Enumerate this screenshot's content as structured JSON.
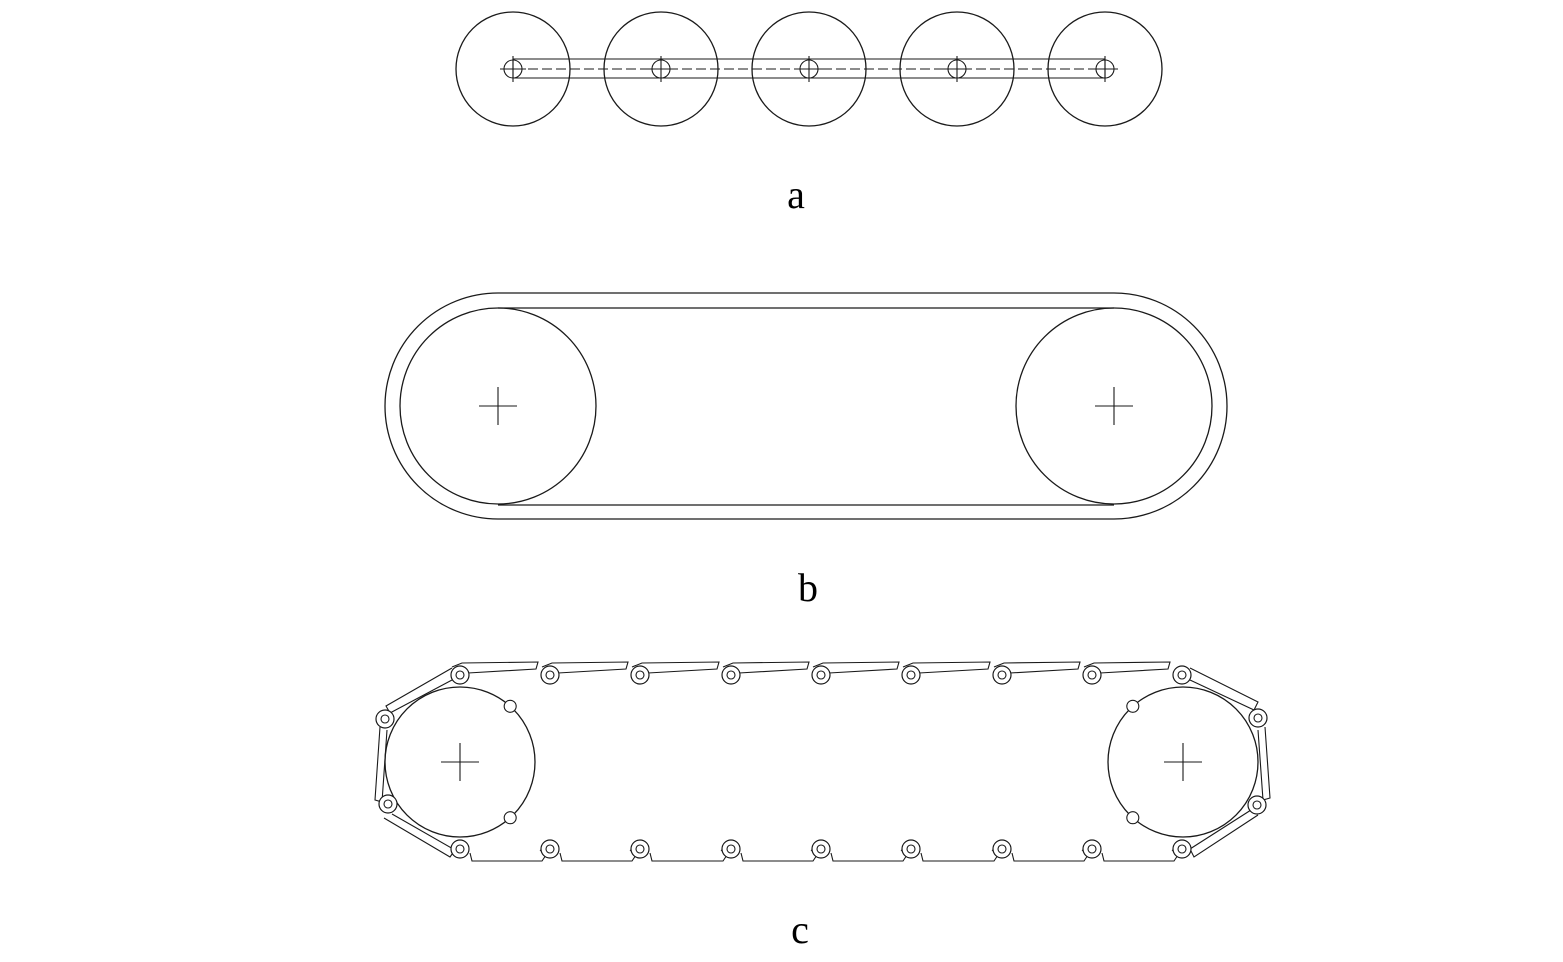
{
  "figure": {
    "panels": [
      {
        "id": "a",
        "caption": "a",
        "description_name": "roller-chain-panel"
      },
      {
        "id": "b",
        "caption": "b",
        "description_name": "belt-drive-panel"
      },
      {
        "id": "c",
        "caption": "c",
        "description_name": "link-track-panel"
      }
    ],
    "colors": {
      "stroke": "#1a1a1a",
      "background": "#ffffff"
    }
  }
}
